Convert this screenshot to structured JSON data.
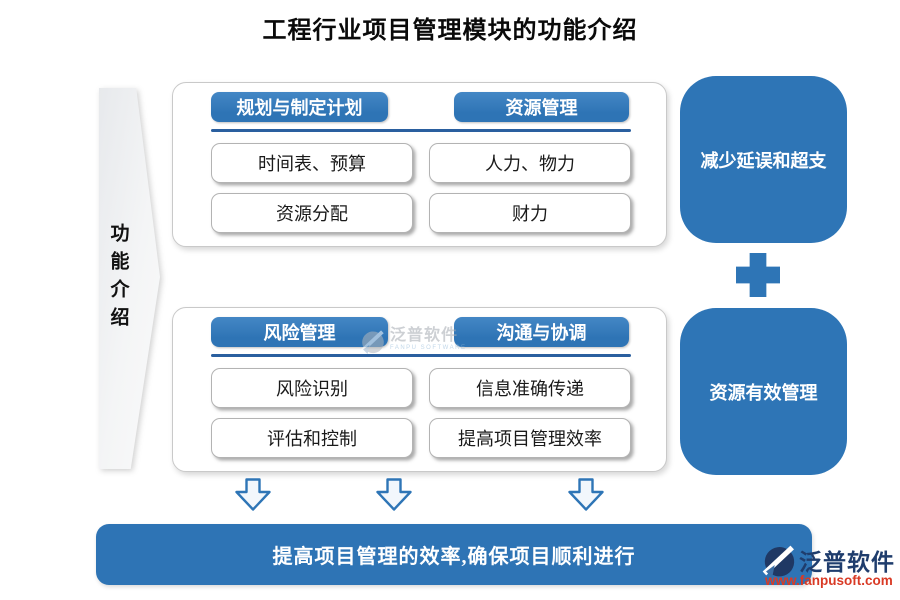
{
  "title": "工程行业项目管理模块的功能介绍",
  "side_banner": {
    "label": "功能介绍"
  },
  "groups": [
    {
      "headers": [
        "规划与制定计划",
        "资源管理"
      ],
      "items": [
        [
          "时间表、预算",
          "人力、物力"
        ],
        [
          "资源分配",
          "财力"
        ]
      ]
    },
    {
      "headers": [
        "风险管理",
        "沟通与协调"
      ],
      "items": [
        [
          "风险识别",
          "信息准确传递"
        ],
        [
          "评估和控制",
          "提高项目管理效率"
        ]
      ]
    }
  ],
  "outcomes": [
    {
      "label": "减少延误和超支"
    },
    {
      "label": "资源有效管理"
    }
  ],
  "bottom_banner": {
    "label": "提高项目管理的效率,确保项目顺利进行"
  },
  "watermark": {
    "name": "泛普软件",
    "subtitle": "FANPU SOFTWARE"
  },
  "brand": {
    "name": "泛普软件",
    "url_text": "www.fanpusoft.com"
  },
  "colors": {
    "primary_blue": "#2e74b5",
    "box_blue": "#2e75b6",
    "underline_blue": "#2a5f9f",
    "logo_navy": "#1f3d6d",
    "url_red": "#d93a25"
  }
}
